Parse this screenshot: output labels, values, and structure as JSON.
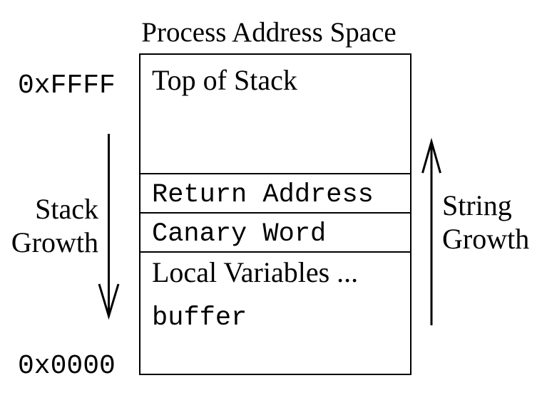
{
  "title": "Process Address Space",
  "colors": {
    "ink": "#000000",
    "background": "#ffffff"
  },
  "address_labels": {
    "top": "0xFFFF",
    "bottom": "0x0000"
  },
  "box": {
    "sections": [
      {
        "label": "Top of Stack"
      },
      {
        "label": "Return Address"
      },
      {
        "label": "Canary Word"
      },
      {
        "label": "Local Variables ...",
        "sublabel": "buffer"
      }
    ]
  },
  "annotations": {
    "stack_growth": {
      "line1": "Stack",
      "line2": "Growth",
      "direction": "down"
    },
    "string_growth": {
      "line1": "String",
      "line2": "Growth",
      "direction": "up"
    }
  }
}
